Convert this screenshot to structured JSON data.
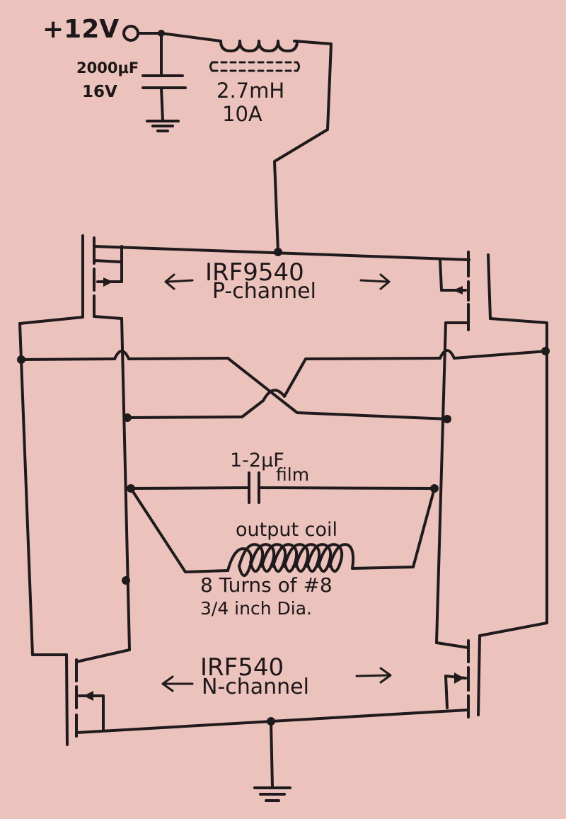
{
  "supply": {
    "voltage_label": "+12V"
  },
  "input_capacitor": {
    "value": "2000μF",
    "rating": "16V"
  },
  "choke": {
    "inductance": "2.7mH",
    "current": "10A"
  },
  "p_channel": {
    "part": "IRF9540",
    "type": "P-channel"
  },
  "tank_capacitor": {
    "value": "1-2μF",
    "type": "film"
  },
  "output_coil": {
    "title": "output coil",
    "turns": "8 Turns of #8",
    "diameter": "3/4 inch Dia."
  },
  "n_channel": {
    "part": "IRF540",
    "type": "N-channel"
  },
  "colors": {
    "paper": "#ecc2bc",
    "ink": "#1f1a1c"
  }
}
